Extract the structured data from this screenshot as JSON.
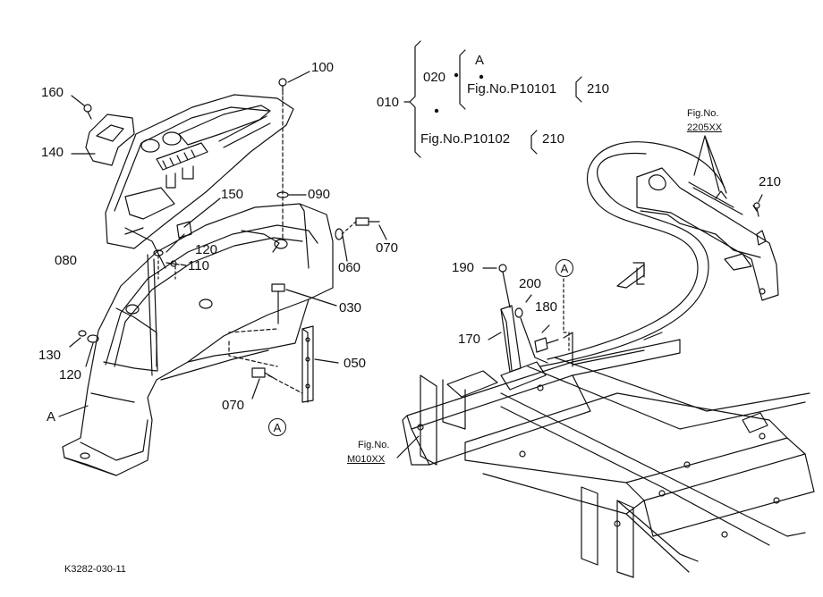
{
  "diagram": {
    "drawing_code": "K3282-030-11",
    "callouts": {
      "c100": "100",
      "c160": "160",
      "c140": "140",
      "c150": "150",
      "c090": "090",
      "c120a": "120",
      "c110": "110",
      "c080": "080",
      "c070a": "070",
      "c060": "060",
      "c030": "030",
      "c130": "130",
      "c120b": "120",
      "c050": "050",
      "c070b": "070",
      "c190": "190",
      "c200": "200",
      "c180": "180",
      "c170": "170",
      "c210": "210",
      "markA": "A"
    },
    "circled": {
      "left": "A",
      "right": "A"
    },
    "tree": {
      "root": "010",
      "child": "020",
      "sub_mark": "A",
      "ref1": "Fig.No.P10101",
      "ref1_to": "210",
      "ref2": "Fig.No.P10102",
      "ref2_to": "210"
    },
    "refs": {
      "fig_2205_a": "Fig.No.",
      "fig_2205_b": "2205XX",
      "fig_m010_a": "Fig.No.",
      "fig_m010_b": "M010XX"
    }
  },
  "colors": {
    "ink": "#111111",
    "paper": "#ffffff"
  }
}
